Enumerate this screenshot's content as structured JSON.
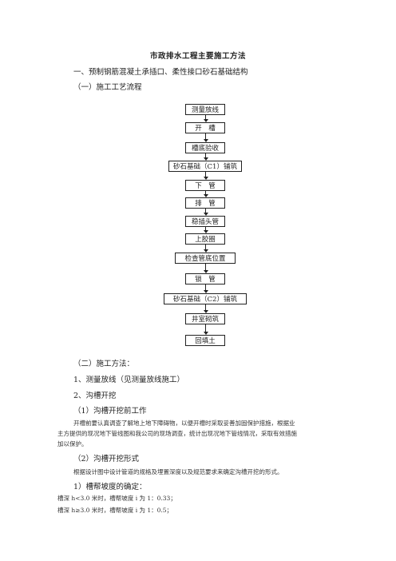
{
  "title": "市政排水工程主要施工方法",
  "section1": "一、预制钢筋混凝土承插口、柔性接口砂石基础结构",
  "section1_1": "（一）施工工艺流程",
  "flow": [
    "测量放线",
    "开　槽",
    "槽底验收",
    "砂石基础（C1）铺筑",
    "下　管",
    "排　管",
    "稳插头管",
    "上胶圈",
    "检查管底位置",
    "锁　管",
    "砂石基础（C2）铺筑",
    "井室砌筑",
    "回填土"
  ],
  "section1_2": "（二）施工方法：",
  "item1": "1、测量放线（见测量放线施工）",
  "item2": "2、沟槽开挖",
  "sub1": "（1）沟槽开挖前工作",
  "para1_line1": "开槽前要认真调查了解地上地下障碍物，以便开槽时采取妥善加固保护措施，根据业",
  "para1_line2": "主方提供的现况地下管线图和我公司的现场调查，统计出现况地下管线情况，采取有效措施",
  "para1_line3": "加以保护。",
  "sub2": "（2）沟槽开挖形式",
  "para2": "根据设计图中设计管道的规格及埋置深度以及规范要求来确定沟槽开挖的形式。",
  "sub3": "1）槽帮坡度的确定：",
  "slope1": "槽深 h<3.0 米时，槽帮坡度 i 为 1：0.33；",
  "slope2": "槽深 h≥3.0 米时，槽帮坡度 i 为 1：0.5；"
}
